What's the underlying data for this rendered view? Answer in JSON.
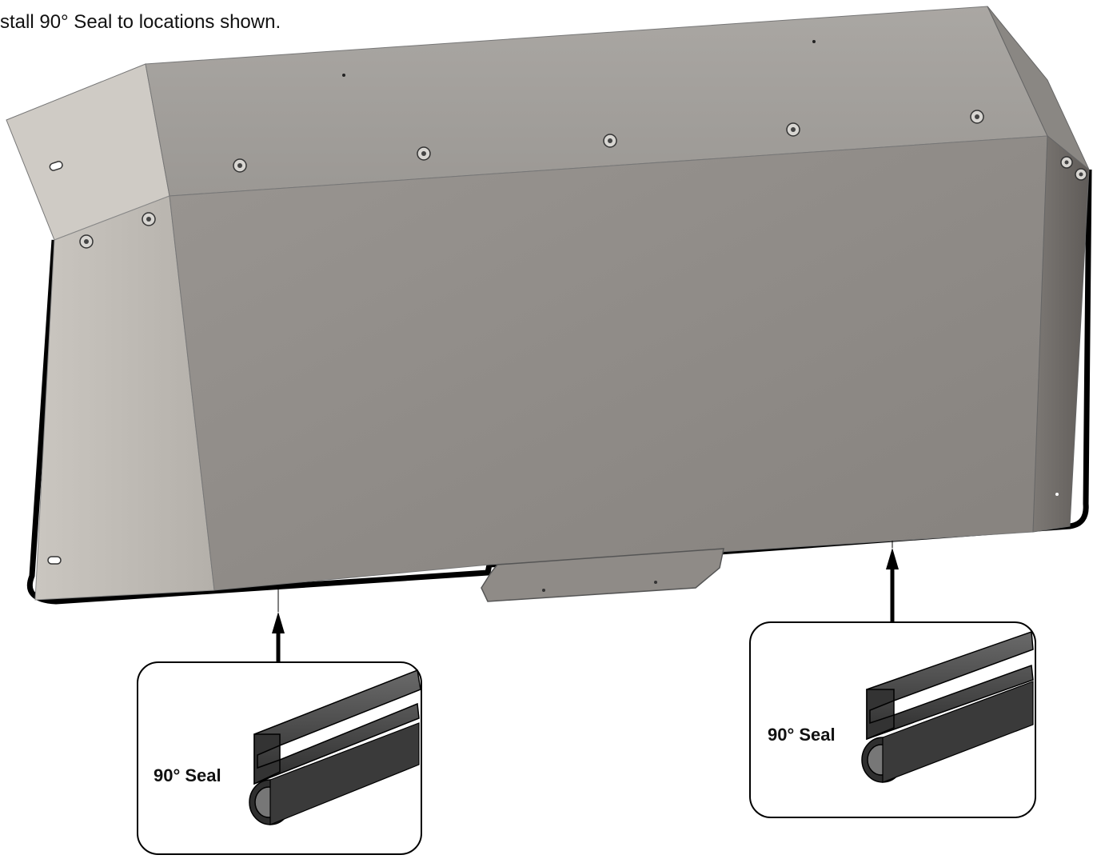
{
  "instruction": "stall 90° Seal to locations shown.",
  "callouts": [
    {
      "label": "90° Seal"
    },
    {
      "label": "90° Seal"
    }
  ],
  "colors": {
    "panel_front": "#8e8a86",
    "panel_top": "#a3a09c",
    "panel_left_wing": "#c2beb8",
    "seal": "#4a4a4a",
    "outline": "#000000"
  }
}
